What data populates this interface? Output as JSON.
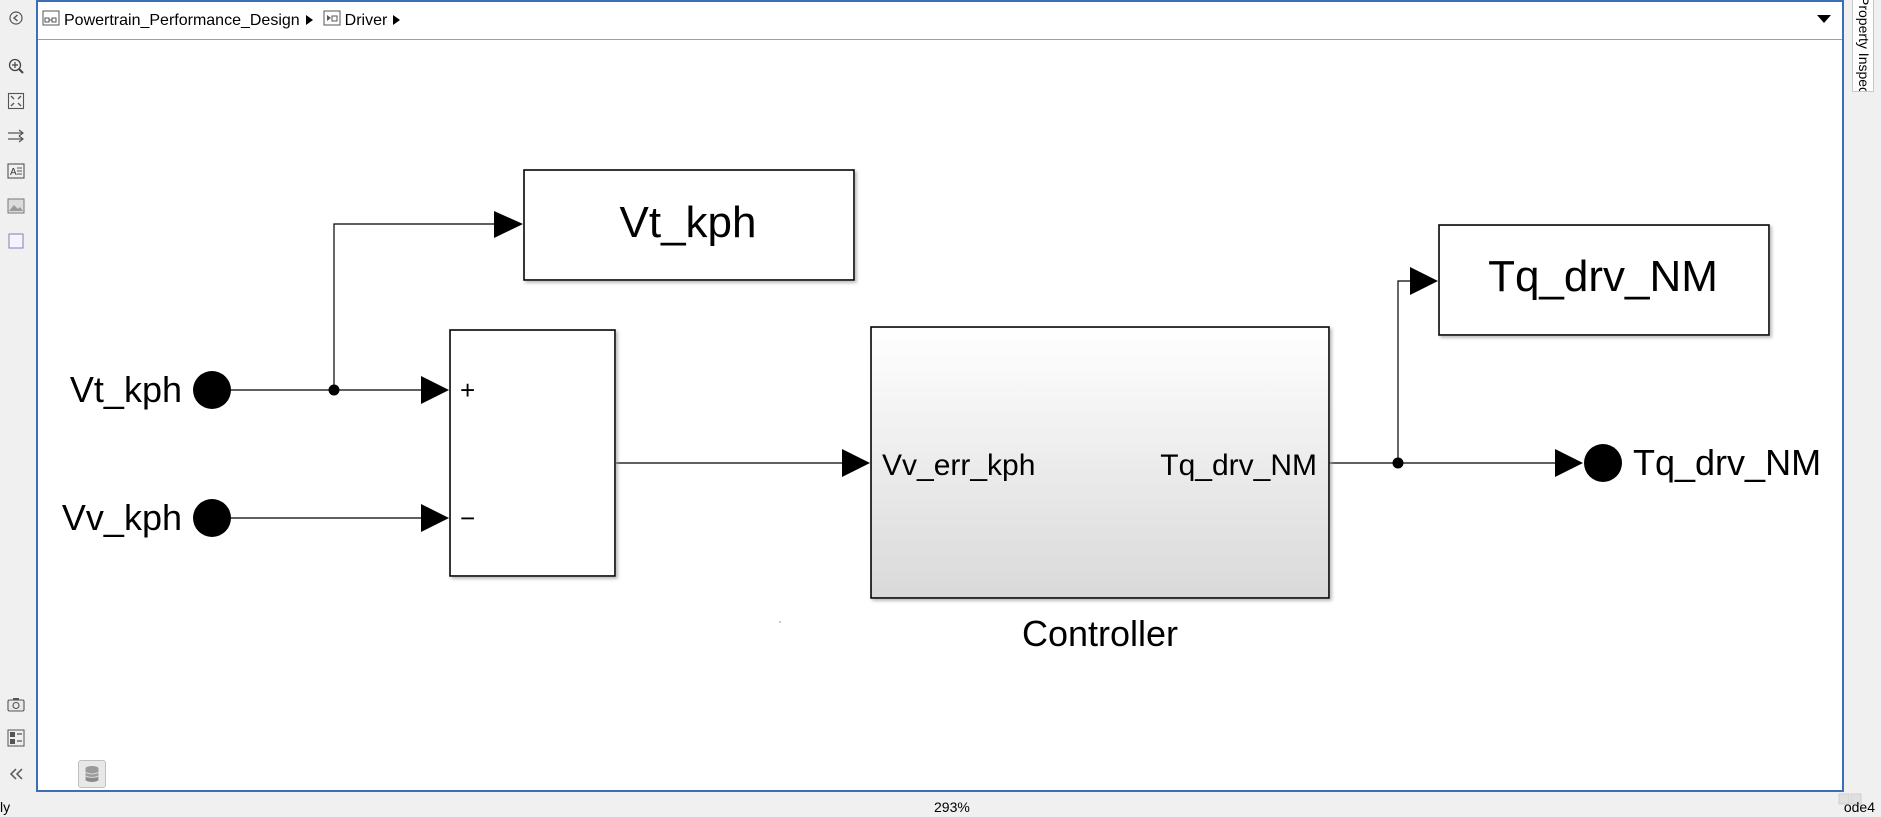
{
  "breadcrumb": {
    "items": [
      {
        "label": "Powertrain_Performance_Design",
        "icon": "model-icon"
      },
      {
        "label": "Driver",
        "icon": "subsystem-icon"
      }
    ]
  },
  "toolbar": {
    "items": [
      "back-icon",
      "zoom-in-icon",
      "fit-view-icon",
      "signal-routing-icon",
      "annotation-icon",
      "image-icon",
      "area-icon",
      "camera-icon",
      "explorer-bar-icon",
      "collapse-icon"
    ]
  },
  "property_inspector": {
    "label": "Property Inspector"
  },
  "diagram": {
    "inports": [
      {
        "label": "Vt_kph"
      },
      {
        "label": "Vv_kph"
      }
    ],
    "sum_block": {
      "plus_sign": "+",
      "minus_sign": "−"
    },
    "goto_block_vt": {
      "label": "Vt_kph"
    },
    "controller": {
      "input_port": "Vv_err_kph",
      "output_port": "Tq_drv_NM",
      "name": "Controller"
    },
    "goto_block_tq": {
      "label": "Tq_drv_NM"
    },
    "outport": {
      "label": "Tq_drv_NM"
    }
  },
  "status": {
    "left": "ly",
    "zoom": "293%",
    "solver": "ode4"
  },
  "colors": {
    "canvas_border": "#3d6fb6",
    "block_stroke": "#000000",
    "subsystem_gradient_top": "#ffffff",
    "subsystem_gradient_bottom": "#d9d9d9"
  }
}
